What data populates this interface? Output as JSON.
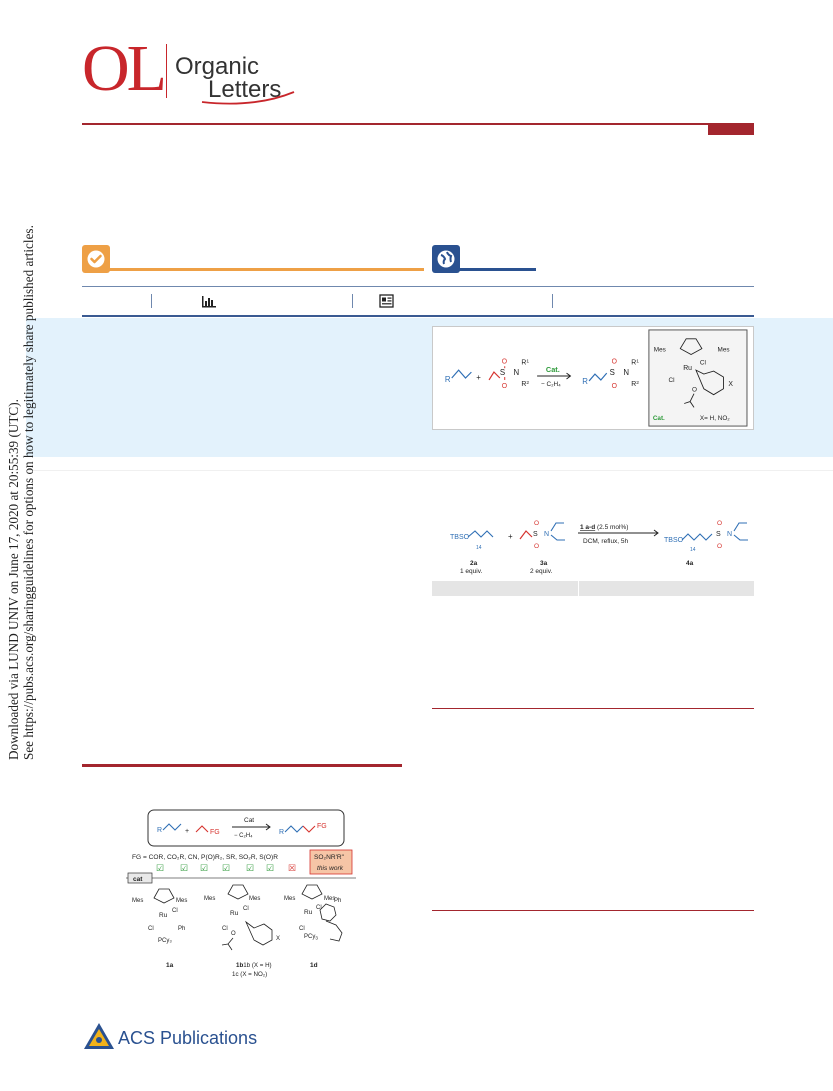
{
  "journal": {
    "abbrev": "OL",
    "name_line1": "Organic",
    "name_line2": "Letters"
  },
  "watermark": {
    "line1": "Downloaded via LUND UNIV on June 17, 2020 at 20:55:39 (UTC).",
    "line2": "See https://pubs.acs.org/sharingguidelines for options on how to legitimately share published articles."
  },
  "toc_graphic": {
    "r": "R",
    "r1": "R",
    "r1_sup": "1",
    "r2": "R",
    "r2_sup": "2",
    "cat_label": "Cat.",
    "minus_ethylene": "− C₂H₄",
    "mes_left": "Mes",
    "mes_right": "Mes",
    "ru": "Ru",
    "cl": "Cl",
    "x_sub": "X",
    "catalyst_label": "Cat.",
    "x_def": "X= H, NO₂"
  },
  "scheme1": {
    "tbso": "TBSO",
    "sub14": "14",
    "compound_2a": "2a",
    "equiv_2a": "1 equiv.",
    "compound_3a": "3a",
    "equiv_3a": "2 equiv.",
    "cond_cat": "1 a-d",
    "cond_loading": " (2.5 mol%)",
    "cond_line2": "DCM, reflux, 5h",
    "compound_4a": "4a",
    "plus": "+"
  },
  "figure1": {
    "cat_top": "Cat",
    "minus_ethylene": "− C₂H₄",
    "fg_right": "FG",
    "fg_left": "FG",
    "r": "R",
    "plus": "+",
    "fg_list": "FG = COR, CO₂R, CN, P(O)R₂, SR, SO₂R, S(O)R",
    "highlight_line1": "SO₂NR'R\"",
    "highlight_line2": "this work",
    "check": "☑",
    "cross": "☒",
    "cat_box": "cat",
    "mes": "Mes",
    "ru": "Ru",
    "cl": "Cl",
    "ph": "Ph",
    "pcy3": "PCy₃",
    "x": "X",
    "label_1a": "1a",
    "label_1b": "1b (X = H)",
    "label_1c": "1c (X = NO₂)",
    "label_1d": "1d"
  },
  "footer": {
    "publisher": "ACS Publications"
  },
  "colors": {
    "journal_red": "#c8262b",
    "rule_red": "#a3262e",
    "acs_orange": "#eea046",
    "acs_blue": "#2a5190",
    "band_blue": "#e3f2fc",
    "structure_blue": "#2f6fb5",
    "structure_red": "#d6332e",
    "check_green": "#2e9a3a"
  }
}
